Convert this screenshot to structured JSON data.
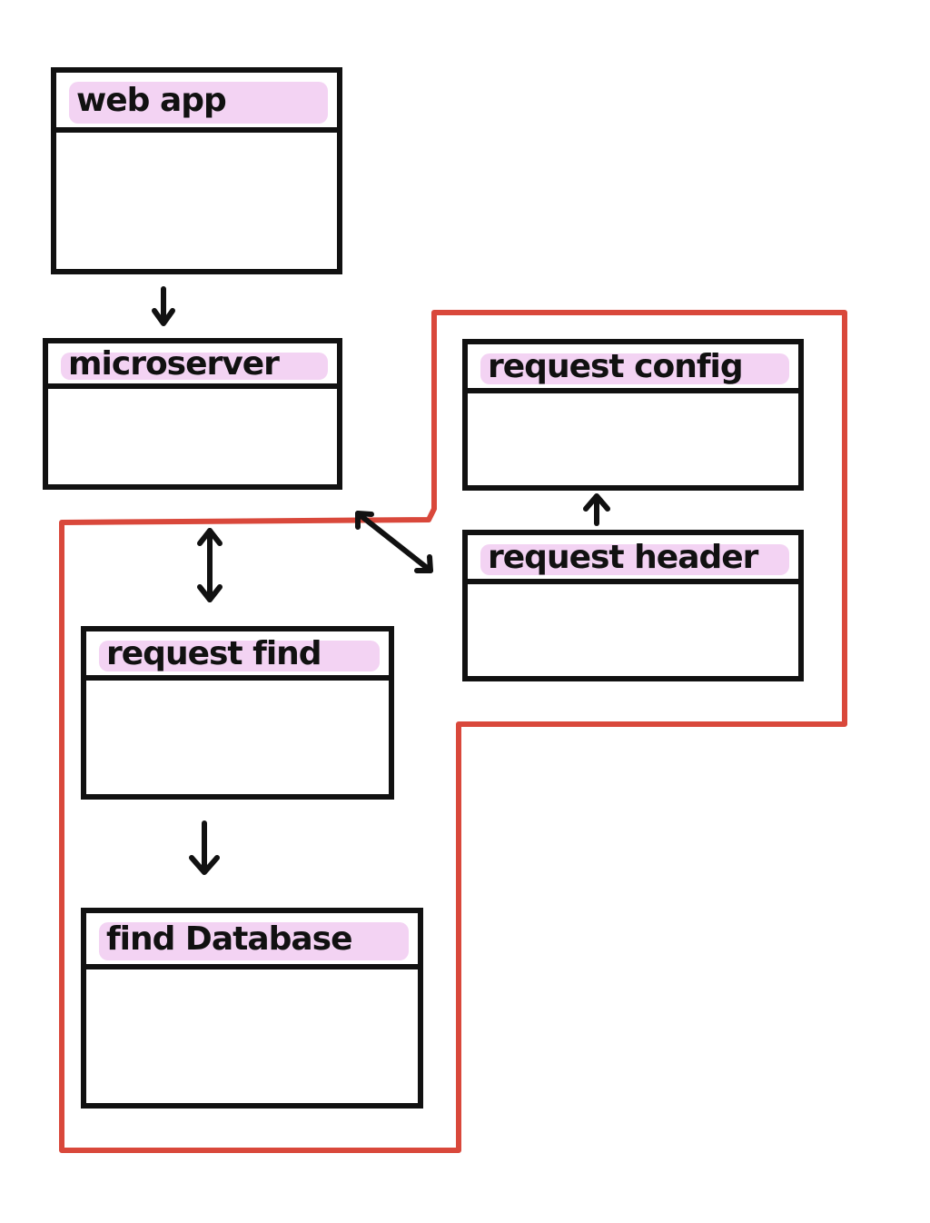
{
  "colors": {
    "box_border": "#111111",
    "header_highlight": "#f3d3f3",
    "boundary": "#d9483b",
    "arrow": "#111111"
  },
  "diagram": {
    "nodes": [
      {
        "id": "web-app",
        "label": "web app"
      },
      {
        "id": "microserver",
        "label": "microserver"
      },
      {
        "id": "request-config",
        "label": "request config"
      },
      {
        "id": "request-header",
        "label": "request header"
      },
      {
        "id": "request-find",
        "label": "request find"
      },
      {
        "id": "find-database",
        "label": "find Database"
      }
    ],
    "edges": [
      {
        "from": "web-app",
        "to": "microserver",
        "direction": "forward"
      },
      {
        "from": "microserver",
        "to": "request-find",
        "direction": "both"
      },
      {
        "from": "microserver",
        "to": "request-header",
        "direction": "both"
      },
      {
        "from": "request-header",
        "to": "request-config",
        "direction": "forward"
      },
      {
        "from": "request-find",
        "to": "find-database",
        "direction": "forward"
      }
    ],
    "boundary_group": [
      "request-config",
      "request-header",
      "request-find",
      "find-database"
    ]
  }
}
